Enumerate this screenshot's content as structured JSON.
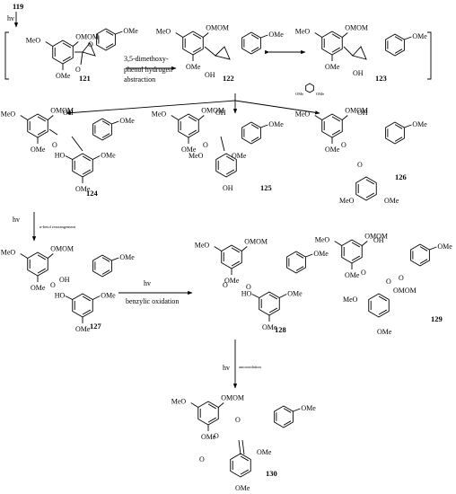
{
  "scheme": {
    "start_compound": "119",
    "first_step": "hv",
    "compounds": {
      "c121": "121",
      "c122": "122",
      "c123": "123",
      "c124": "124",
      "c125": "125",
      "c126": "126",
      "c127": "127",
      "c128": "128",
      "c129": "129",
      "c130": "130"
    },
    "arrows": {
      "h_abstraction_line1": "3,5-dimethoxy-",
      "h_abstraction_line2": "phenol hydrogen",
      "h_abstraction_line3": "abstraction",
      "radical_reagent_label": "OMe",
      "hv_to_127": "hv",
      "ketol_note": "α-ketol rearrangement",
      "hv_benzylic": "hv",
      "benzylic_note": "benzylic oxidation",
      "hv_to_130": "hv",
      "autoxidation_note": "autooxidation"
    },
    "labels": {
      "omom": "OMOM",
      "meo": "MeO",
      "ome": "OMe",
      "oh": "OH",
      "ho": "HO",
      "o": "O"
    }
  }
}
